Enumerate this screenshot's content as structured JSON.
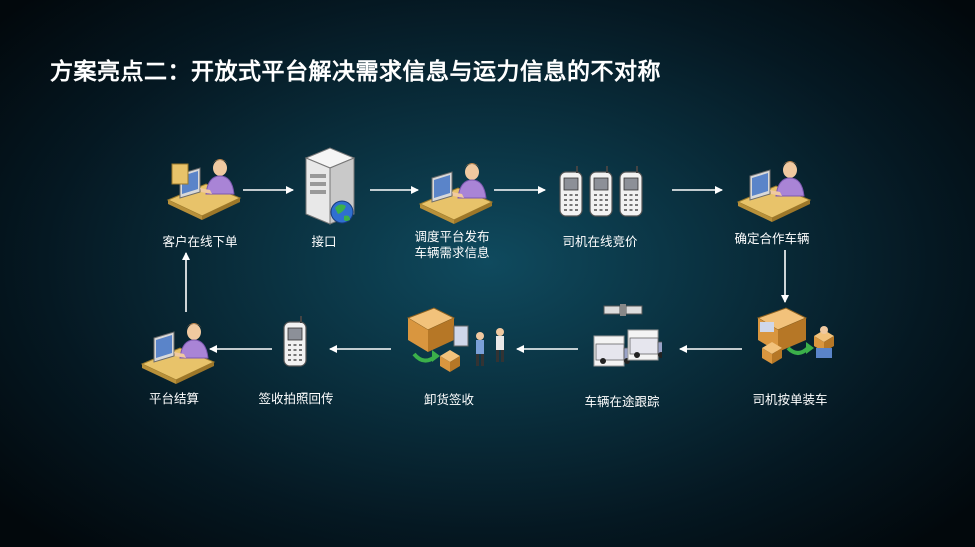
{
  "title": "方案亮点二：开放式平台解决需求信息与运力信息的不对称",
  "colors": {
    "background_center": "#0f4a5e",
    "background_edge": "#02080c",
    "text": "#ffffff",
    "arrow": "#ffffff"
  },
  "steps": [
    {
      "id": "s1",
      "label": "客户在线下单",
      "icon": "operator-at-desk-icon"
    },
    {
      "id": "s2",
      "label": "接口",
      "icon": "server-globe-icon"
    },
    {
      "id": "s3",
      "label_line1": "调度平台发布",
      "label_line2": "车辆需求信息",
      "icon": "operator-at-desk-icon"
    },
    {
      "id": "s4",
      "label": "司机在线竞价",
      "icon": "mobile-phones-icon"
    },
    {
      "id": "s5",
      "label": "确定合作车辆",
      "icon": "operator-at-desk-icon"
    },
    {
      "id": "s6",
      "label": "司机按单装车",
      "icon": "truck-loading-icon"
    },
    {
      "id": "s7",
      "label": "车辆在途跟踪",
      "icon": "satellite-truck-tracking-icon"
    },
    {
      "id": "s8",
      "label": "卸货签收",
      "icon": "truck-unloading-icon"
    },
    {
      "id": "s9",
      "label": "签收拍照回传",
      "icon": "mobile-phone-icon"
    },
    {
      "id": "s10",
      "label": "平台结算",
      "icon": "operator-at-desk-icon"
    }
  ]
}
